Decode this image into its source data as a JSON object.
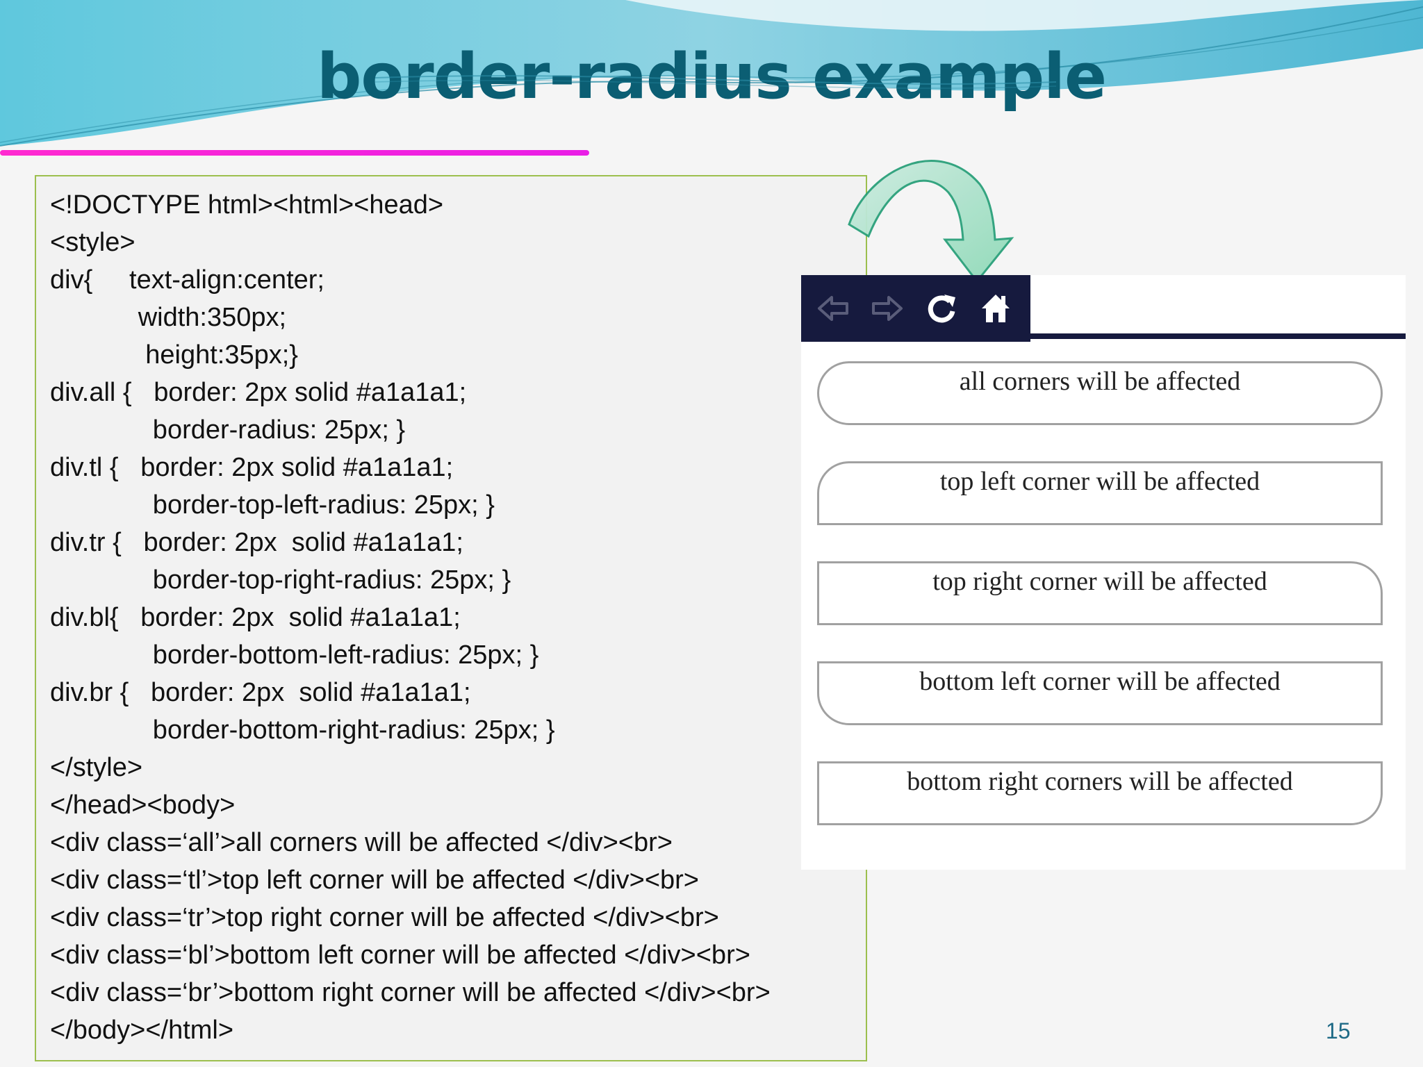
{
  "slide": {
    "title": "border-radius example",
    "page_number": "15"
  },
  "code": [
    "<!DOCTYPE html><html><head>",
    "<style>",
    "div{     text-align:center;",
    "            width:350px;",
    "             height:35px;}",
    "div.all {   border: 2px solid #a1a1a1;",
    "              border-radius: 25px; }",
    "div.tl {   border: 2px solid #a1a1a1;",
    "              border-top-left-radius: 25px; }",
    "div.tr {   border: 2px  solid #a1a1a1;",
    "              border-top-right-radius: 25px; }",
    "div.bl{   border: 2px  solid #a1a1a1;",
    "              border-bottom-left-radius: 25px; }",
    "div.br {   border: 2px  solid #a1a1a1;",
    "              border-bottom-right-radius: 25px; }",
    "</style>",
    "</head><body>",
    "<div class=‘all’>all corners will be affected </div><br>",
    "<div class=‘tl’>top left corner will be affected </div><br>",
    "<div class=‘tr’>top right corner will be affected </div><br>",
    "<div class=‘bl’>bottom left corner will be affected </div><br>",
    "<div class=‘br’>bottom right corner will be affected </div><br>",
    "</body></html>"
  ],
  "browser": {
    "icons": [
      "back-arrow-icon",
      "forward-arrow-icon",
      "reload-icon",
      "home-icon"
    ],
    "demo_boxes": [
      "all corners will be affected",
      "top left corner will be affected",
      "top right corner will be affected",
      "bottom left corner will be affected",
      "bottom right corners will be affected"
    ]
  },
  "colors": {
    "title": "#0b5e73",
    "accent_underline": "#e91ee6",
    "code_border": "#9cbf4e",
    "demo_border": "#a1a1a1",
    "toolbar": "#161a3e"
  }
}
